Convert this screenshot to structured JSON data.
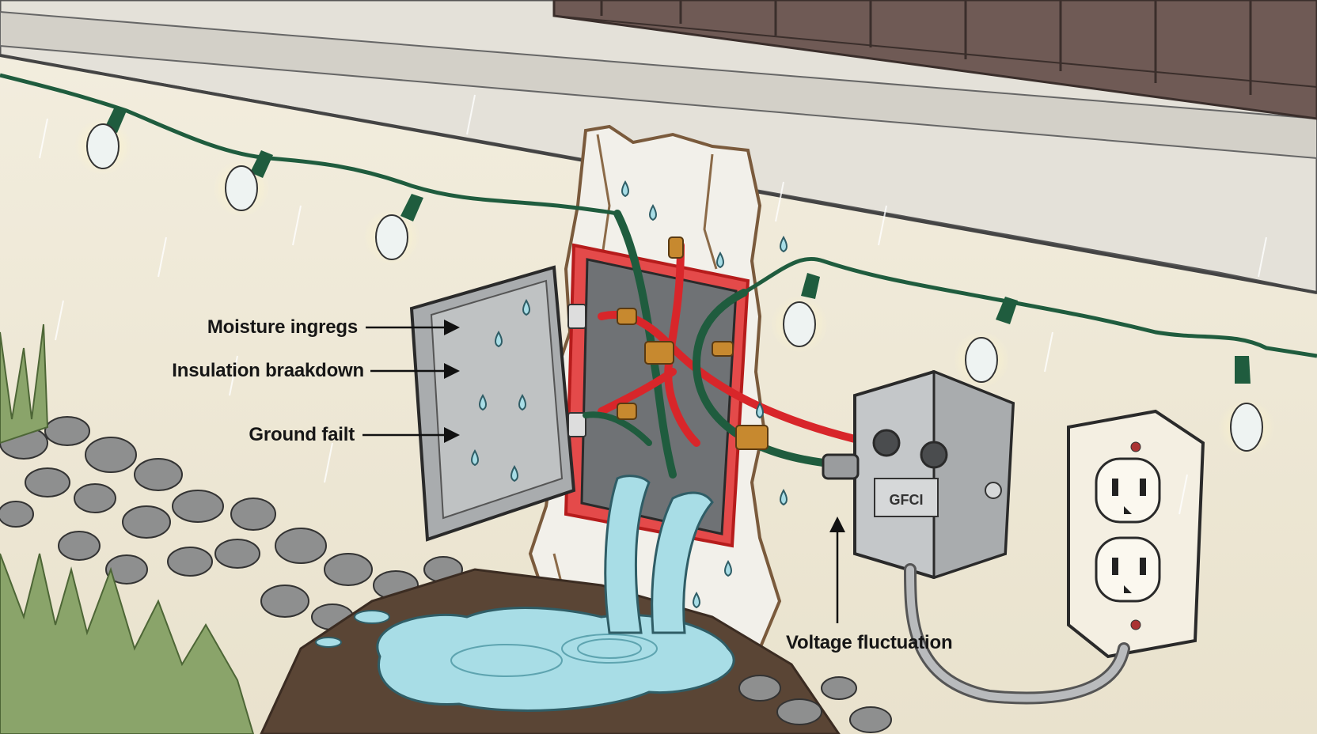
{
  "labels": {
    "moisture": "Moisture ingregs",
    "insulation": "Insulation braakdown",
    "ground": "Ground failt",
    "voltage": "Voltage fluctuation"
  },
  "device_label": "GFCI",
  "colors": {
    "wall": "#efe9d8",
    "wire_green": "#1f5c3e",
    "wire_red": "#d8262a",
    "water": "#a8dde6",
    "box_gray": "#b5b7b8",
    "outline": "#2a2a2a"
  }
}
